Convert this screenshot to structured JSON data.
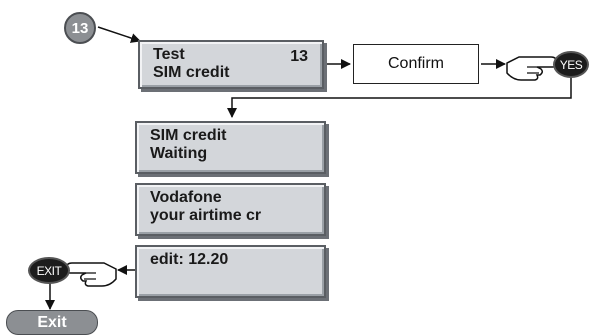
{
  "step": {
    "number": "13"
  },
  "screens": {
    "test": {
      "line1": "Test",
      "number": "13",
      "line2": "SIM credit"
    },
    "waiting": {
      "line1": "SIM credit",
      "line2": "Waiting"
    },
    "operator": {
      "line1": "Vodafone",
      "line2": "your airtime cr"
    },
    "edit": {
      "line1": "edit: 12.20"
    }
  },
  "confirm": {
    "label": "Confirm"
  },
  "keys": {
    "yes": "YES",
    "exit": "EXIT"
  },
  "exit_button": {
    "label": "Exit"
  },
  "icons": [
    "hand-pointer-icon",
    "hand-pointer-icon",
    "arrow-icon"
  ],
  "colors": {
    "lcd_bg": "#d3d6da",
    "badge": "#8c8f93",
    "key": "#1c1c1c"
  }
}
